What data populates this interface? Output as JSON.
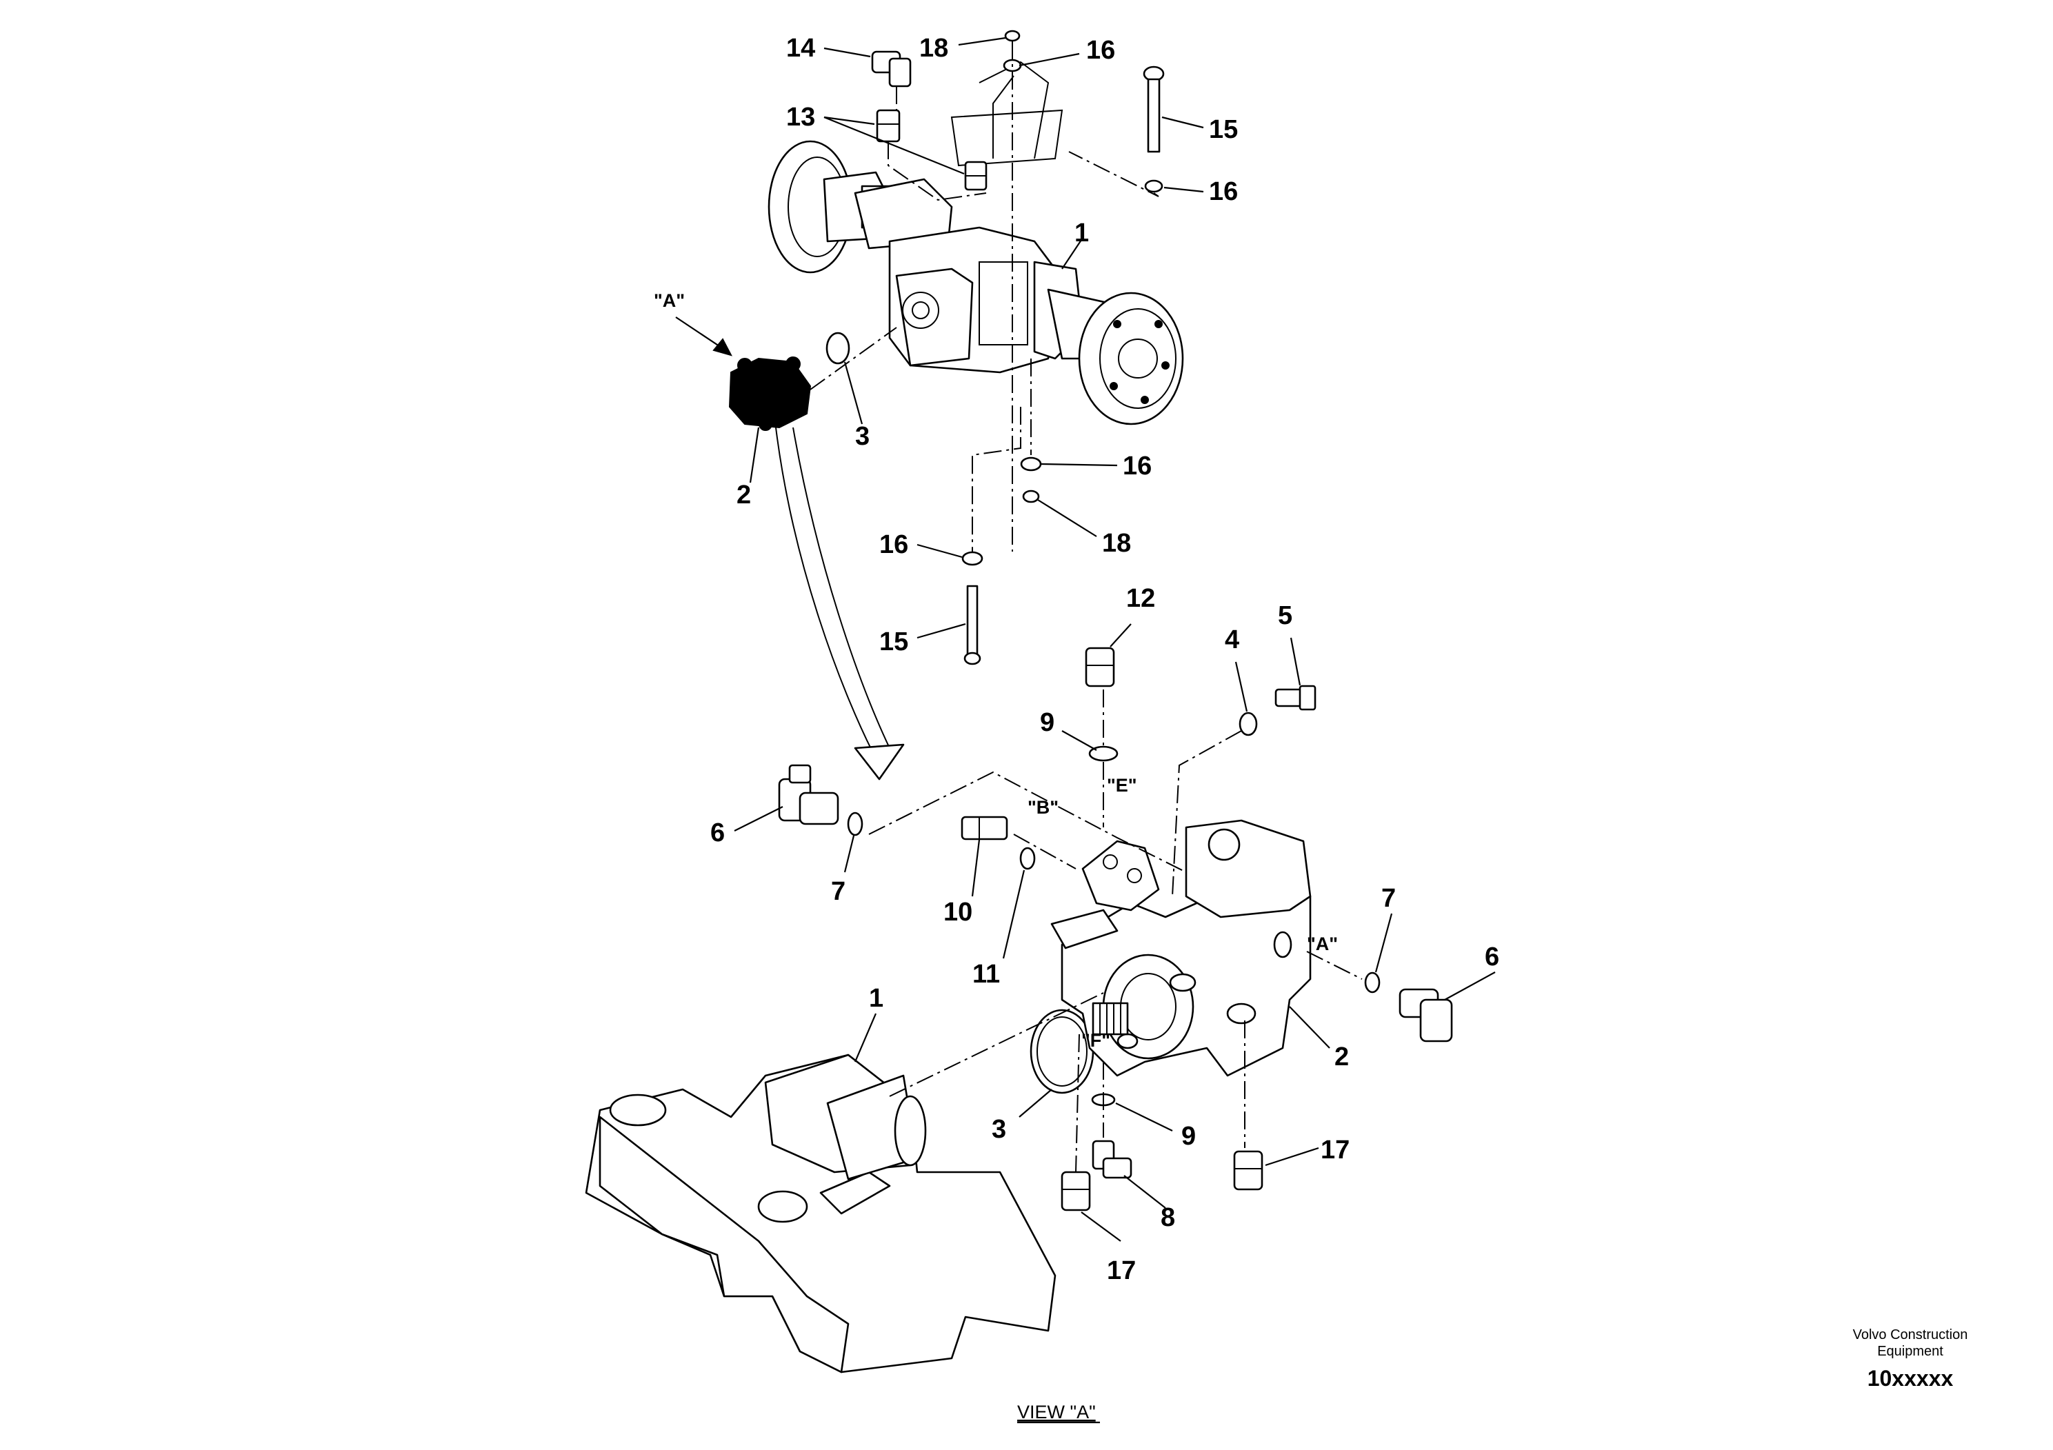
{
  "callouts": {
    "c14": "14",
    "c18_top": "18",
    "c16_top": "16",
    "c13": "13",
    "c15_right": "15",
    "c16_right": "16",
    "c1_top": "1",
    "c3_top": "3",
    "c2_top": "2",
    "c16_mid": "16",
    "c18_mid": "18",
    "c16_left": "16",
    "c15_left": "15",
    "c12": "12",
    "c5": "5",
    "c4": "4",
    "c9_top": "9",
    "c6_left": "6",
    "c7_left": "7",
    "c10": "10",
    "c11": "11",
    "c7_right": "7",
    "c6_right": "6",
    "c2_bottom": "2",
    "c1_bottom": "1",
    "c3_bottom": "3",
    "c9_bottom": "9",
    "c17_right": "17",
    "c8": "8",
    "c17_left": "17"
  },
  "port_labels": {
    "view_a_arrow": "\"A\"",
    "port_b": "\"B\"",
    "port_e": "\"E\"",
    "port_a": "\"A\"",
    "port_f": "\"F\""
  },
  "footer": {
    "company_line1": "Volvo Construction",
    "company_line2": "Equipment",
    "drawing_code": "10xxxxx",
    "view_title": "VIEW \"A\""
  }
}
